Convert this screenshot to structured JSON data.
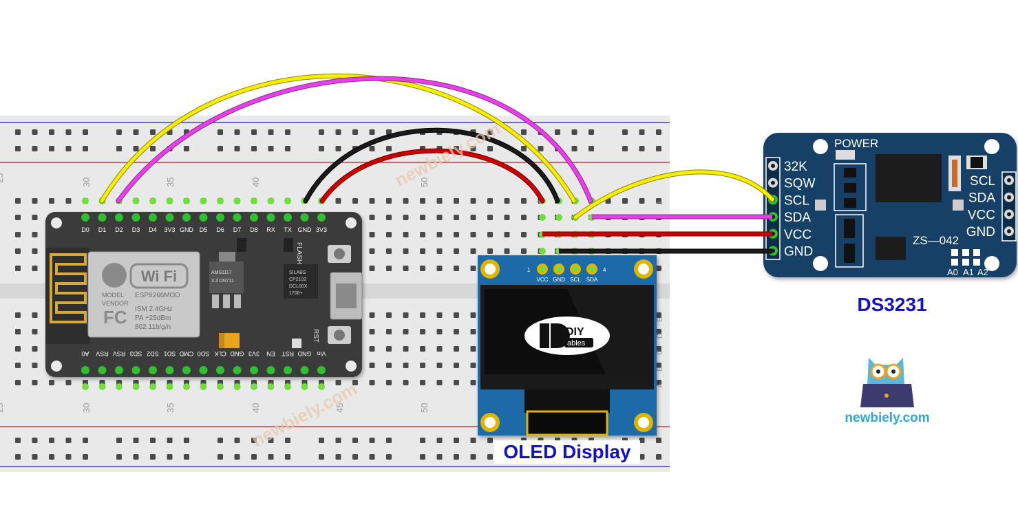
{
  "breadboard": {
    "column_numbers": [
      "25",
      "30",
      "35",
      "40",
      "45",
      "50"
    ],
    "row_letters_bottom": [
      "A",
      "B",
      "C",
      "D",
      "E"
    ],
    "row_letters_top": [
      "J"
    ]
  },
  "esp8266": {
    "top_pins": [
      "D0",
      "D1",
      "D2",
      "D3",
      "D4",
      "3V3",
      "GND",
      "D5",
      "D6",
      "D7",
      "D8",
      "RX",
      "TX",
      "GND",
      "3V3"
    ],
    "bottom_pins": [
      "A0",
      "RSV",
      "RSV",
      "SD3",
      "SD2",
      "SD1",
      "CMD",
      "SD0",
      "CLK",
      "GND",
      "3V3",
      "EN",
      "RST",
      "GND",
      "Vin"
    ],
    "module_text": {
      "wifi": "Wi Fi",
      "model": "MODEL",
      "vendor": "VENDOR",
      "module": "ESP8266MOD",
      "ism": "ISM 2.4GHz",
      "pa": "PA  +25dBm",
      "std": "802.11b/g/n",
      "fc": "FC"
    },
    "chip_text": [
      "SILABS",
      "CP2102",
      "DCL00X",
      "1708+"
    ],
    "regulator_text": [
      "AMS1117",
      "3.3  DN711"
    ],
    "flash_label": "FLASH",
    "rst_label": "RST"
  },
  "oled": {
    "pins": [
      "VCC",
      "GND",
      "SCL",
      "SDA"
    ],
    "pin_numbers": [
      "1",
      "4"
    ],
    "logo_top": "DIY",
    "logo_bottom": "ables",
    "caption": "OLED Display"
  },
  "ds3231": {
    "left_pins": [
      "32K",
      "SQW",
      "SCL",
      "SDA",
      "VCC",
      "GND"
    ],
    "right_pins": [
      "SCL",
      "SDA",
      "VCC",
      "GND"
    ],
    "power_label": "POWER",
    "model": "ZS—042",
    "addr_labels": [
      "A0",
      "A1",
      "A2"
    ],
    "caption": "DS3231"
  },
  "watermark": "newbiely.com",
  "brand": "newbiely.com",
  "colors": {
    "wire_yellow": "#f7ee00",
    "wire_magenta": "#e93ee8",
    "wire_black": "#1a1a1a",
    "wire_red": "#cc0000",
    "esp_board": "#3a3a3a",
    "rtc_board": "#123f66",
    "caption_blue": "#1212c8",
    "brand_blue": "#2ea6d9"
  }
}
